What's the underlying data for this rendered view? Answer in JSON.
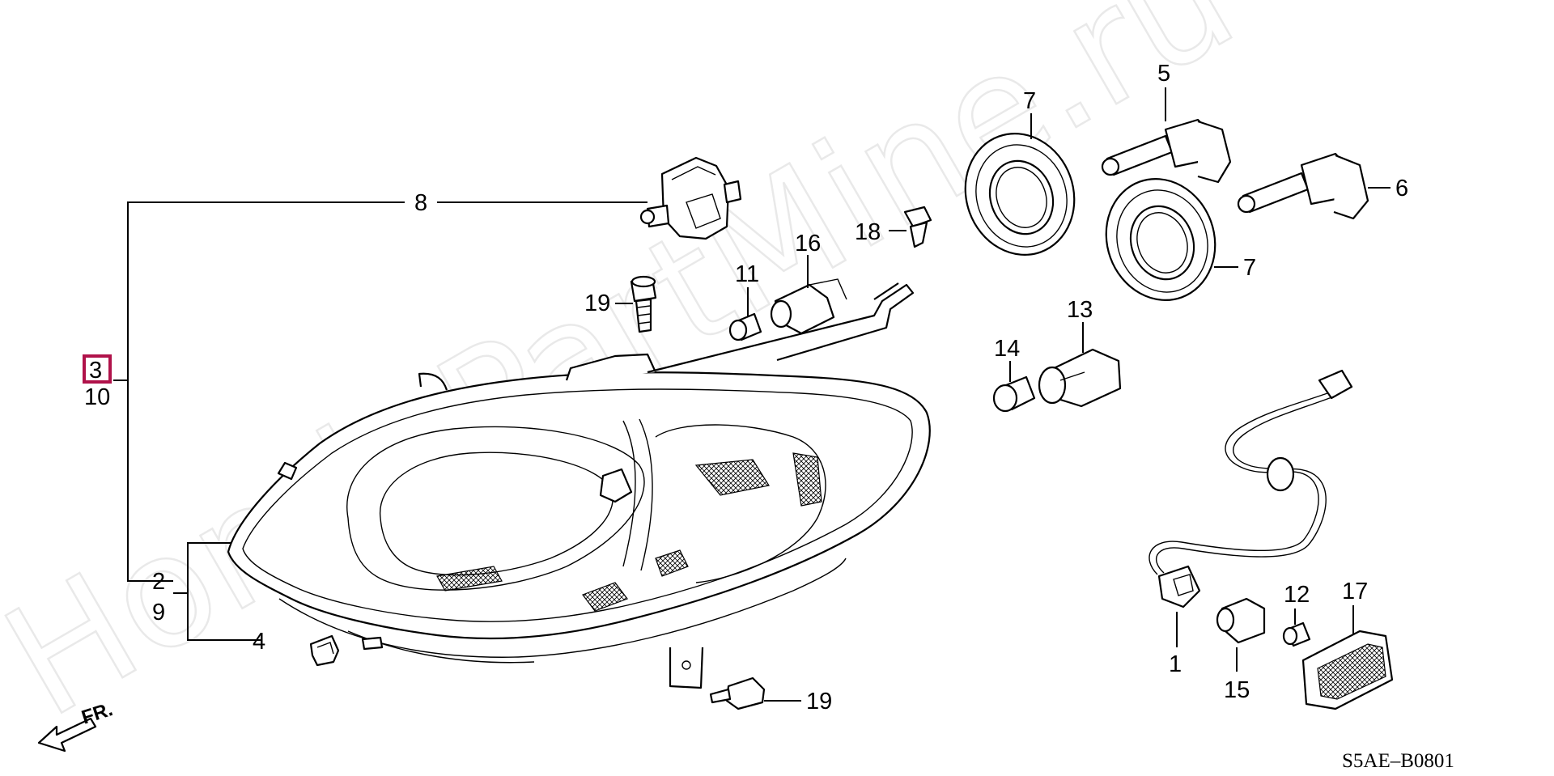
{
  "diagram": {
    "code": "S5AE–B0801",
    "watermark": "HondaPartMine.ru",
    "direction_label": "FR.",
    "highlight_color": "#b0124a",
    "line_color": "#000000",
    "callouts": {
      "c1": "1",
      "c2": "2",
      "c3": "3",
      "c4": "4",
      "c5": "5",
      "c6": "6",
      "c7a": "7",
      "c7b": "7",
      "c8": "8",
      "c9": "9",
      "c10": "10",
      "c11": "11",
      "c12": "12",
      "c13": "13",
      "c14": "14",
      "c15": "15",
      "c16": "16",
      "c17": "17",
      "c18": "18",
      "c19a": "19",
      "c19b": "19"
    },
    "parts": [
      "headlight-assembly",
      "headlight-housing",
      "clip-nut",
      "halogen-bulb-5",
      "halogen-bulb-6",
      "bulb-seal-cap",
      "leveling-actuator",
      "side-marker-lens",
      "wiring-harness",
      "bulb-sockets",
      "wedge-bulbs",
      "flange-bolts",
      "push-clip"
    ]
  }
}
